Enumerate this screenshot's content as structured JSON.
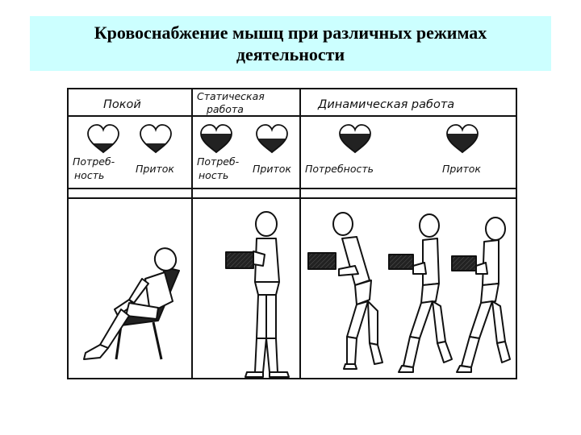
{
  "slide": {
    "title_line1": "Кровоснабжение мышц при различных режимах",
    "title_line2": "деятельности"
  },
  "diagram": {
    "rest": {
      "header": "Покой",
      "need": "Потреб-\nность",
      "supply": "Приток"
    },
    "static": {
      "header": "Статическая\nработа",
      "need": "Потреб-\nность",
      "supply": "Приток"
    },
    "dynamic": {
      "header": "Динамическая работа",
      "need": "Потребность",
      "supply": "Приток"
    }
  },
  "colors": {
    "title_bg": "#ccffff",
    "ink": "#111111",
    "box_fill": "#2a2a2a"
  }
}
